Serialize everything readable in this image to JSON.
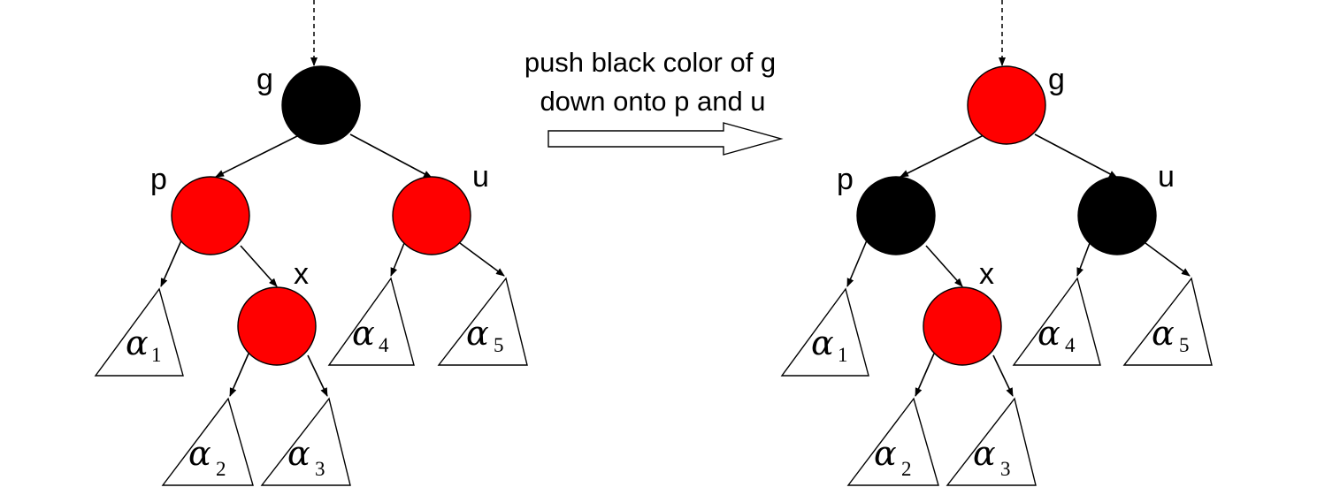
{
  "caption": {
    "line1": "push black color of g",
    "line2": "down onto p and u"
  },
  "colors": {
    "red": "#ff0000",
    "black": "#000000"
  },
  "before": {
    "g": {
      "label": "g",
      "color": "black"
    },
    "p": {
      "label": "p",
      "color": "red"
    },
    "u": {
      "label": "u",
      "color": "red"
    },
    "x": {
      "label": "x",
      "color": "red"
    },
    "subtrees": [
      {
        "symbol": "α",
        "sub": "1"
      },
      {
        "symbol": "α",
        "sub": "2"
      },
      {
        "symbol": "α",
        "sub": "3"
      },
      {
        "symbol": "α",
        "sub": "4"
      },
      {
        "symbol": "α",
        "sub": "5"
      }
    ]
  },
  "after": {
    "g": {
      "label": "g",
      "color": "red"
    },
    "p": {
      "label": "p",
      "color": "black"
    },
    "u": {
      "label": "u",
      "color": "black"
    },
    "x": {
      "label": "x",
      "color": "red"
    },
    "subtrees": [
      {
        "symbol": "α",
        "sub": "1"
      },
      {
        "symbol": "α",
        "sub": "2"
      },
      {
        "symbol": "α",
        "sub": "3"
      },
      {
        "symbol": "α",
        "sub": "4"
      },
      {
        "symbol": "α",
        "sub": "5"
      }
    ]
  }
}
